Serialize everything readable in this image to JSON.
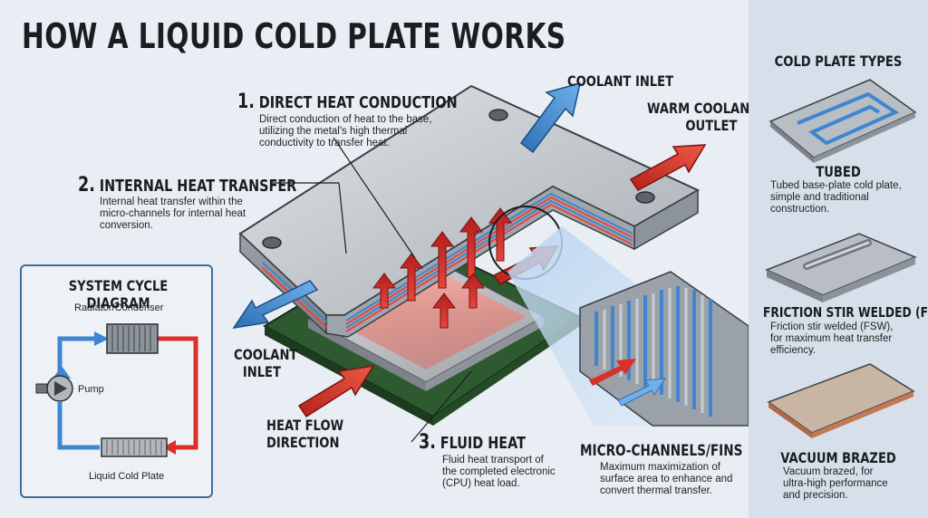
{
  "title": "HOW A LIQUID COLD PLATE WORKS",
  "callouts": {
    "direct": {
      "num": "1.",
      "title": "DIRECT HEAT CONDUCTION",
      "desc": [
        "Direct conduction of heat to the base,",
        "utilizing the metal's high thermal",
        "conductivity to transfer heat."
      ]
    },
    "internal": {
      "num": "2.",
      "title": "INTERNAL HEAT TRANSFER",
      "desc": [
        "Internal heat transfer within the",
        "micro-channels for internal heat",
        "conversion."
      ]
    },
    "fluid": {
      "num": "3.",
      "title": "FLUID HEAT",
      "desc": [
        "Fluid heat transport of",
        "the completed electronic",
        "(CPU) heat load."
      ]
    },
    "micro": {
      "title": "MICRO-CHANNELS/FINS",
      "desc": [
        "Maximum maximization of",
        "surface area to enhance and",
        "convert thermal transfer."
      ]
    }
  },
  "flow_labels": {
    "coolant_inlet_top": "COOLANT INLET",
    "warm_outlet": [
      "WARM COOLANT",
      "OUTLET"
    ],
    "coolant_inlet_left": [
      "COOLANT",
      "INLET"
    ],
    "heat_flow": [
      "HEAT FLOW",
      "DIRECTION"
    ]
  },
  "cycle": {
    "title": "SYSTEM CYCLE DIAGRAM",
    "radiator": "Radiator/Condenser",
    "pump": "Pump",
    "cold_plate": "Liquid Cold Plate"
  },
  "types": {
    "heading": "COLD PLATE TYPES",
    "items": [
      {
        "title": "TUBED",
        "desc": [
          "Tubed base-plate cold plate,",
          "simple and traditional",
          "construction."
        ]
      },
      {
        "title": "FRICTION STIR WELDED (FSW)",
        "desc": [
          "Friction stir welded (FSW),",
          "for maximum heat transfer",
          "efficiency."
        ]
      },
      {
        "title": "VACUUM BRAZED",
        "desc": [
          "Vacuum brazed, for",
          "ultra-high performance",
          "and precision."
        ]
      }
    ]
  },
  "colors": {
    "hot": "#d9302c",
    "cold": "#3f86d0",
    "plate": "#b9bec4"
  }
}
